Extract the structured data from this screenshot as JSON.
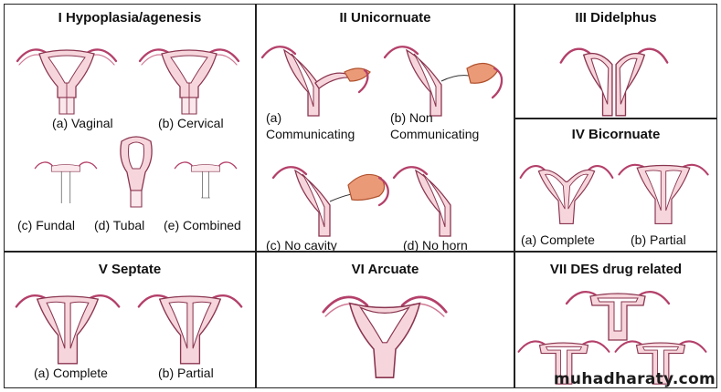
{
  "panels": {
    "p1": {
      "title": "I   Hypoplasia/agenesis",
      "labels": {
        "a": "(a) Vaginal",
        "b": "(b) Cervical",
        "c": "(c) Fundal",
        "d": "(d) Tubal",
        "e": "(e) Combined"
      }
    },
    "p2": {
      "title": "II   Unicornuate",
      "labels": {
        "a1": "(a)",
        "a2": "Communicating",
        "b1": "(b) Non",
        "b2": "Communicating",
        "c": "(c) No cavity",
        "d": "(d) No horn"
      }
    },
    "p3": {
      "title": "III   Didelphus"
    },
    "p4": {
      "title": "IV   Bicornuate",
      "labels": {
        "a": "(a) Complete",
        "b": "(b) Partial"
      }
    },
    "p5": {
      "title": "V   Septate",
      "labels": {
        "a": "(a) Complete",
        "b": "(b) Partial"
      }
    },
    "p6": {
      "title": "VI   Arcuate"
    },
    "p7": {
      "title": "VII   DES drug related"
    }
  },
  "watermark": "muhadharaty.com"
}
